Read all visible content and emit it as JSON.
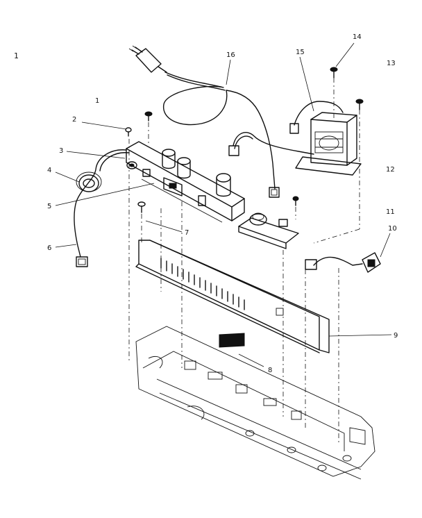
{
  "page_mark": "1",
  "labels": {
    "p1": "1",
    "p2": "2",
    "p3": "3",
    "p4": "4",
    "p5": "5",
    "p6": "6",
    "p7": "7",
    "p8": "8",
    "p9": "9",
    "p10": "10",
    "p11": "11",
    "p12": "12",
    "p13": "13",
    "p14": "14",
    "p15": "15",
    "p16": "16"
  },
  "colors": {
    "ink": "#111111",
    "paper": "#ffffff"
  }
}
